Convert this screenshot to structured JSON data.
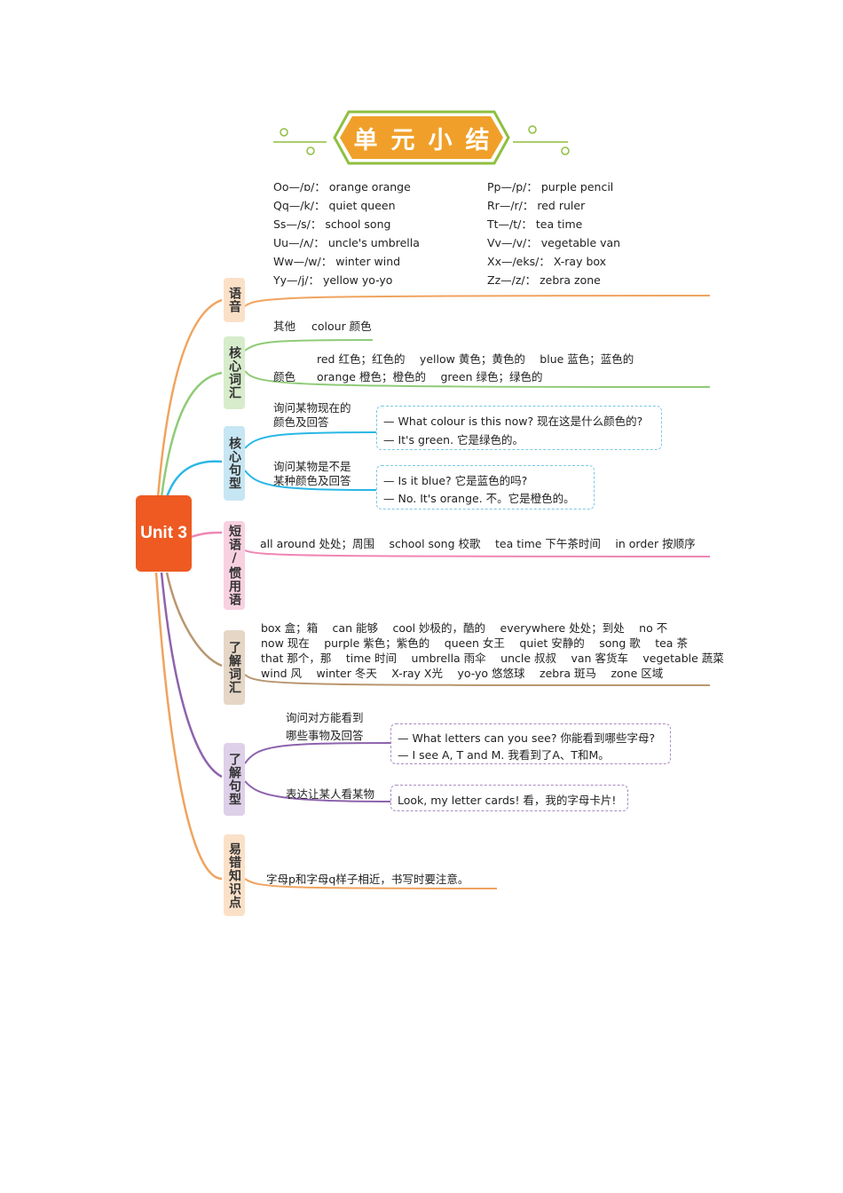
{
  "title": "单元小结",
  "center": "Unit 3",
  "categories": [
    "语音",
    "核心词汇",
    "核心句型",
    "短语/惯用语",
    "了解词汇",
    "了解句型",
    "易错知识点"
  ],
  "phonics": {
    "left": [
      {
        "letters": "Oo",
        "ipa": "/ɒ/：",
        "words": "orange orange"
      },
      {
        "letters": "Qq",
        "ipa": "/k/：",
        "words": "quiet queen"
      },
      {
        "letters": "Ss",
        "ipa": "/s/：",
        "words": "school song"
      },
      {
        "letters": "Uu",
        "ipa": "/ʌ/：",
        "words": "uncle's umbrella"
      },
      {
        "letters": "Ww",
        "ipa": "/w/：",
        "words": "winter wind"
      },
      {
        "letters": "Yy",
        "ipa": "/j/：",
        "words": "yellow yo-yo"
      }
    ],
    "right": [
      {
        "letters": "Pp",
        "ipa": "/p/：",
        "words": "purple pencil"
      },
      {
        "letters": "Rr",
        "ipa": "/r/：",
        "words": "red ruler"
      },
      {
        "letters": "Tt",
        "ipa": "/t/：",
        "words": "tea time"
      },
      {
        "letters": "Vv",
        "ipa": "/v/：",
        "words": "vegetable van"
      },
      {
        "letters": "Xx",
        "ipa": "/eks/：",
        "words": "X-ray box"
      },
      {
        "letters": "Zz",
        "ipa": "/z/：",
        "words": "zebra zone"
      }
    ]
  },
  "core_vocab": {
    "other_label": "其他",
    "other_text": "colour 颜色",
    "colour_label": "颜色",
    "line1": "red 红色；红色的　 yellow 黄色；黄色的　 blue 蓝色；蓝色的",
    "line2": "orange 橙色；橙色的　 green 绿色；绿色的"
  },
  "core_sentences": {
    "s1_label1": "询问某物现在的",
    "s1_label2": "颜色及回答",
    "s1_q": "— What colour is this now? 现在这是什么颜色的?",
    "s1_a": "— It's green. 它是绿色的。",
    "s2_label1": "询问某物是不是",
    "s2_label2": "某种颜色及回答",
    "s2_q": "— Is it blue? 它是蓝色的吗?",
    "s2_a": "— No. It's orange. 不。它是橙色的。"
  },
  "phrases": "all around 处处；周围　 school song 校歌　 tea time 下午茶时间　 in order 按顺序",
  "extra_vocab": [
    "box 盒；箱　 can 能够　 cool 妙极的，酷的　 everywhere 处处；到处　 no 不",
    "now 现在　 purple 紫色；紫色的　 queen 女王　 quiet 安静的　 song 歌　 tea 茶",
    "that 那个，那　 time 时间　 umbrella 雨伞　 uncle 叔叔　 van 客货车　 vegetable 蔬菜",
    "wind 风　 winter 冬天　 X-ray X光　 yo-yo 悠悠球　 zebra 斑马　 zone 区域"
  ],
  "extra_sentences": {
    "s1_label1": "询问对方能看到",
    "s1_label2": "哪些事物及回答",
    "s1_q": "— What letters can you see? 你能看到哪些字母?",
    "s1_a": "— I see A, T and M. 我看到了A、T和M。",
    "s2_label": "表达让某人看某物",
    "s2_text": "Look, my letter cards! 看，我的字母卡片!"
  },
  "mistake": "字母p和字母q样子相近，书写时要注意。",
  "colors": {
    "orange": "#f0a35f",
    "green": "#8fcb78",
    "blue": "#2ab7e6",
    "pink": "#ef86b4",
    "brown": "#b99670",
    "purple": "#8d63ad",
    "unit": "#ee5a22",
    "title_bg": "#f0a02a"
  }
}
